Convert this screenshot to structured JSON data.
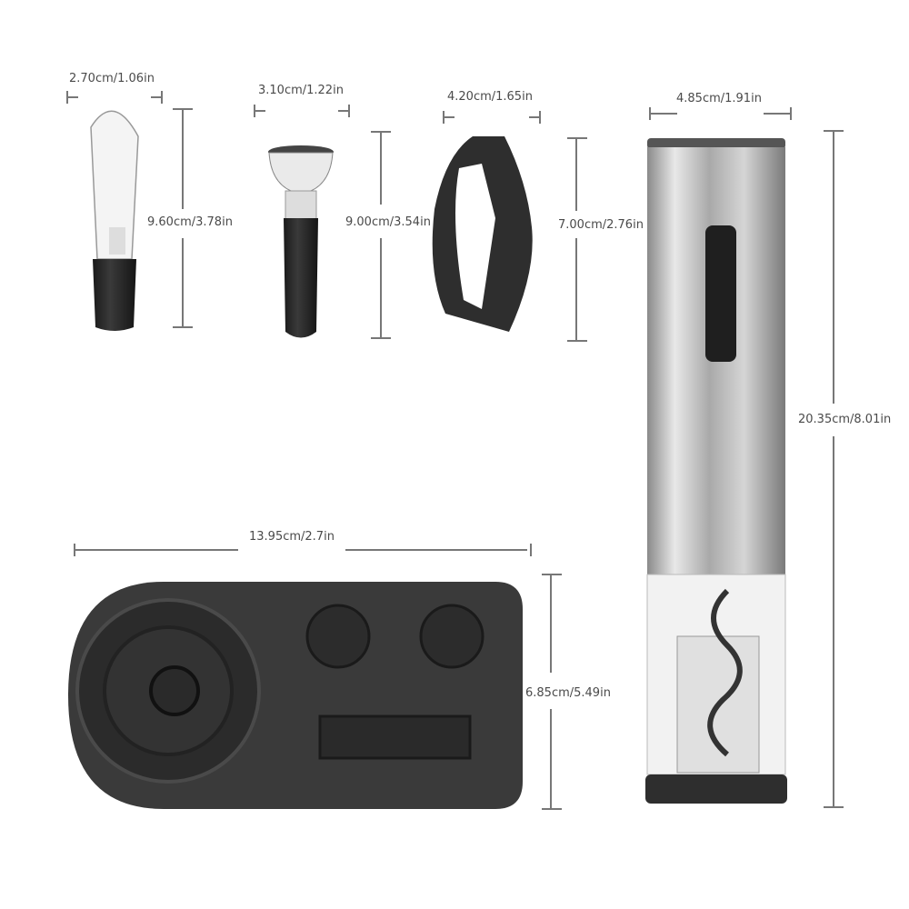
{
  "dimensions": {
    "aerator_width": "2.70cm/1.06in",
    "aerator_height": "9.60cm/3.78in",
    "stopper_width": "3.10cm/1.22in",
    "stopper_height": "9.00cm/3.54in",
    "foil_cutter_width": "4.20cm/1.65in",
    "foil_cutter_height": "7.00cm/2.76in",
    "opener_width": "4.85cm/1.91in",
    "opener_height": "20.35cm/8.01in",
    "base_width": "13.95cm/2.7in",
    "base_height": "6.85cm/5.49in"
  },
  "colors": {
    "dimension_line": "#777777",
    "product_dark": "#2a2a2a",
    "steel": "#b8b8b8"
  }
}
